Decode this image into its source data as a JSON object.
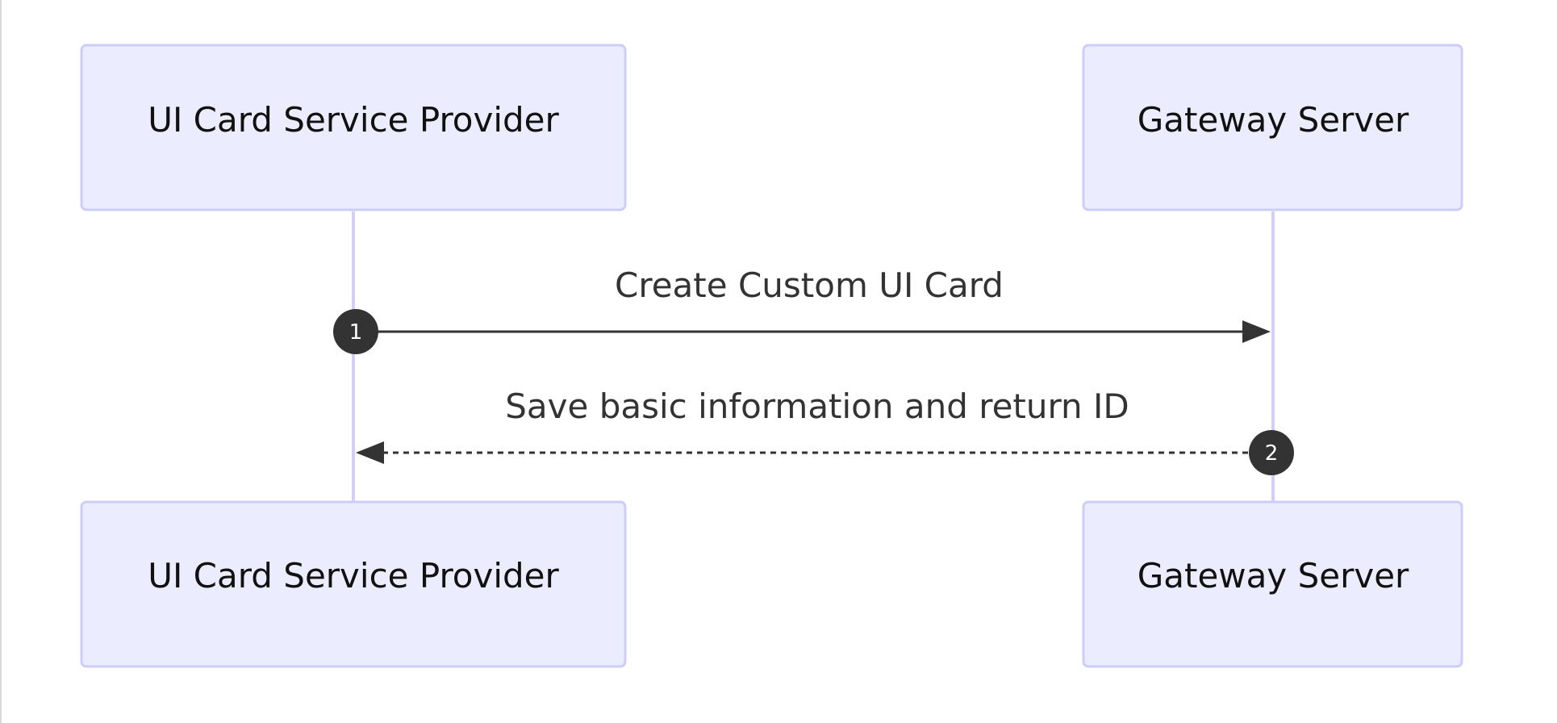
{
  "participants": {
    "provider": {
      "name": "UI Card Service Provider"
    },
    "gateway": {
      "name": "Gateway Server"
    }
  },
  "messages": [
    {
      "number": "1",
      "text": "Create Custom UI Card",
      "from": "UI Card Service Provider",
      "to": "Gateway Server",
      "style": "solid"
    },
    {
      "number": "2",
      "text": "Save basic information and return ID",
      "from": "Gateway Server",
      "to": "UI Card Service Provider",
      "style": "dashed"
    }
  ],
  "colors": {
    "actor_fill": "#ECECFF",
    "actor_border": "#CDCDF9",
    "lifeline": "#D4CFF3",
    "message": "#333333"
  }
}
